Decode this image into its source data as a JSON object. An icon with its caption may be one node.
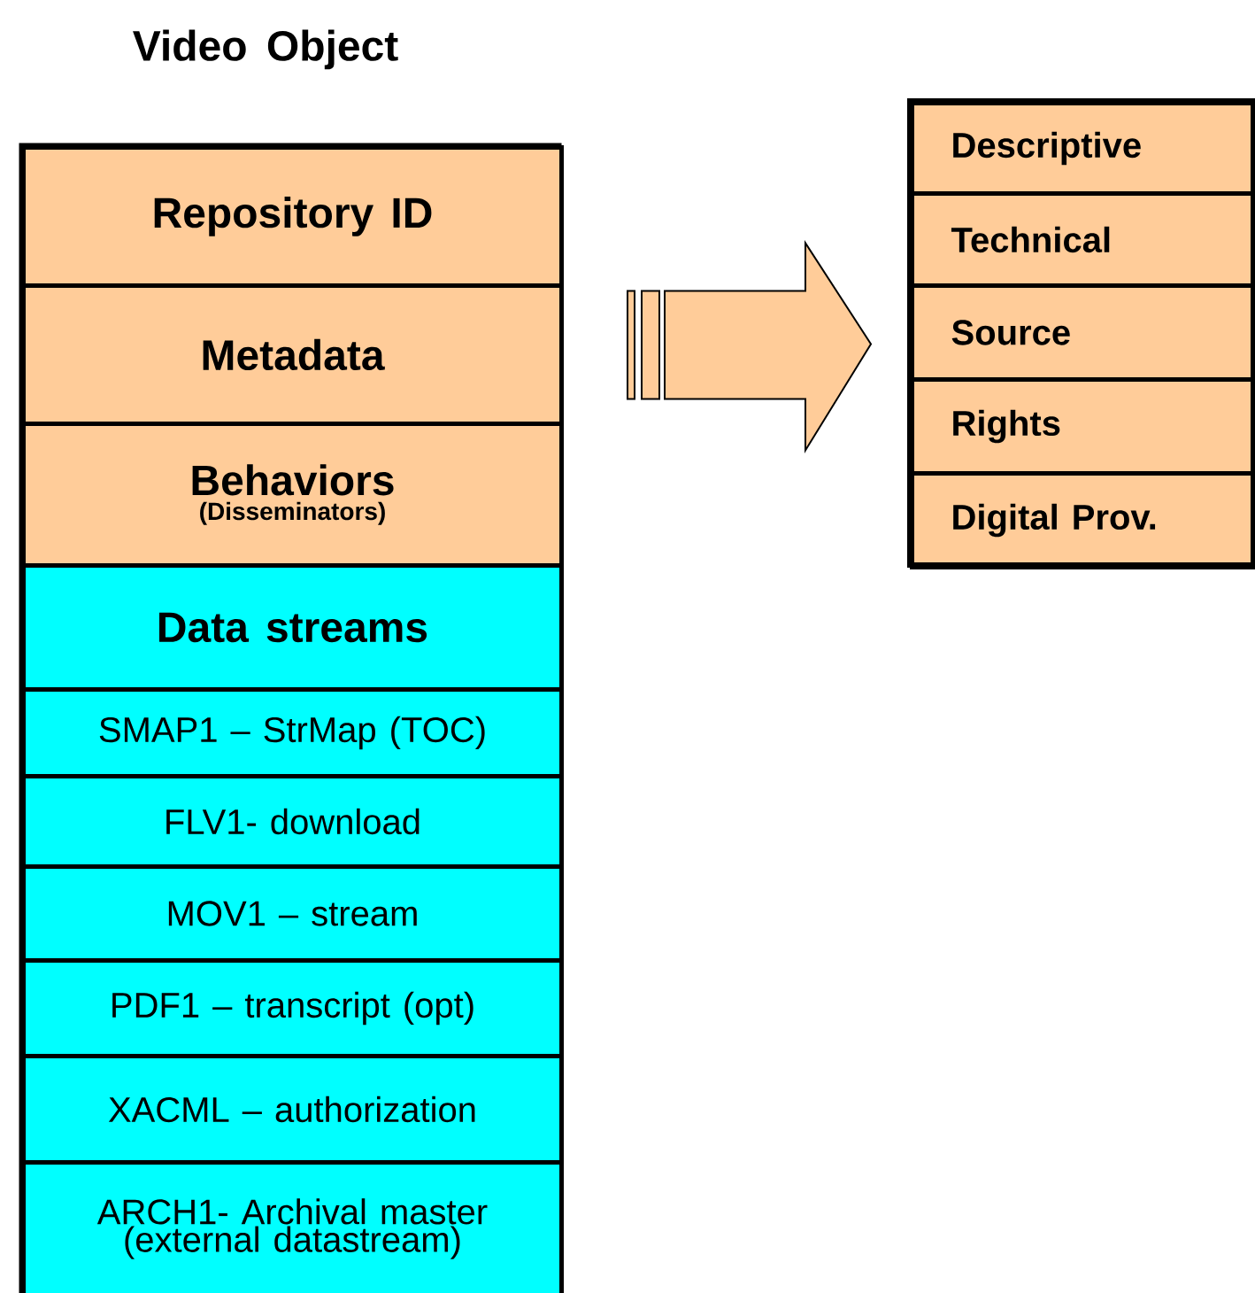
{
  "diagram": {
    "nodes": [
      {
        "text": [
          "Video Object"
        ]
      },
      {
        "text": [
          "Repository ID"
        ],
        "in": 0
      },
      {
        "text": [
          "Metadata"
        ],
        "in": 0
      },
      {
        "text": [
          "Behaviors",
          "(Disseminators)"
        ],
        "in": 0
      },
      {
        "text": [
          "Data streams"
        ],
        "in": 0
      },
      {
        "text": [
          "SMAP1 – StrMap (TOC)"
        ],
        "in": 0
      },
      {
        "text": [
          "FLV1- download"
        ],
        "in": 0
      },
      {
        "text": [
          "MOV1 – stream"
        ],
        "in": 0
      },
      {
        "text": [
          "PDF1 – transcript (opt)"
        ],
        "in": 0
      },
      {
        "text": [
          "XACML – authorization"
        ],
        "in": 0
      },
      {
        "text": [
          "ARCH1- Archival master (external datastream)"
        ],
        "in": 0
      },
      {
        "text": [],
        "shape": "box"
      },
      {
        "text": [
          "Descriptive"
        ],
        "in": 11
      },
      {
        "text": [
          "Technical"
        ],
        "in": 11
      },
      {
        "text": [
          "Source"
        ],
        "in": 11
      },
      {
        "text": [
          "Rights"
        ],
        "in": 11
      },
      {
        "text": [
          "Digital Prov."
        ],
        "in": 11
      }
    ],
    "edges": [
      {
        "from": 2,
        "to": 11,
        "arrow": "to"
      }
    ]
  }
}
